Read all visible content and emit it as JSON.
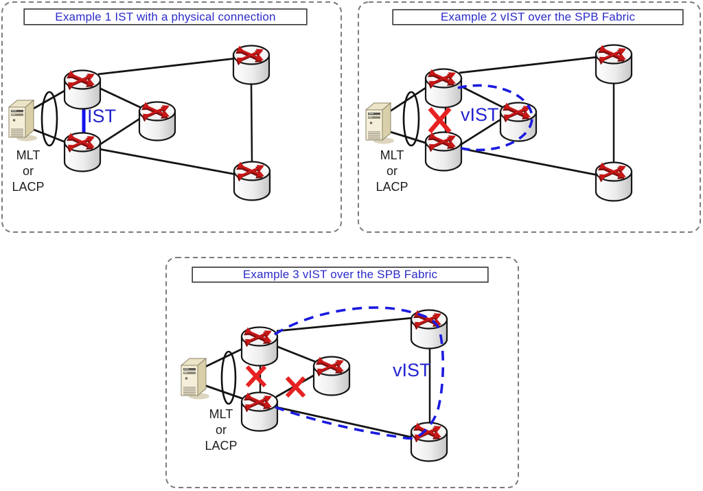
{
  "figure": {
    "kind": "network-topology-diagram",
    "background": "#ffffff"
  },
  "colors": {
    "title_text_blue": "#2a2ac8",
    "ist_link_blue": "#1212ee",
    "vist_dash_blue": "#1a1ae0",
    "failure_x_red": "#e62222",
    "router_arrow_red": "#c81717",
    "router_arrow_dark_red": "#7d0f0f",
    "physical_link_black": "#141414",
    "panel_border_gray": "#7b7b7b",
    "server_beige": "#f5efda"
  },
  "icons": {
    "router": "router-icon",
    "server": "tower-server-icon",
    "aggregation_ring": "mlt-ellipse-icon",
    "failure_mark": "red-x-icon"
  },
  "panels": [
    {
      "title": "Example 1 IST with a physical connection",
      "ist_label": "IST",
      "endpoint_label": [
        "MLT",
        "or",
        "LACP"
      ],
      "router_count": 5,
      "failed_link_count": 0,
      "ist_type": "physical"
    },
    {
      "title": "Example 2 vIST over the SPB Fabric",
      "ist_label": "vIST",
      "endpoint_label": [
        "MLT",
        "or",
        "LACP"
      ],
      "router_count": 5,
      "failed_link_count": 1,
      "ist_type": "virtual-over-spb"
    },
    {
      "title": "Example 3 vIST over the SPB Fabric",
      "ist_label": "vIST",
      "endpoint_label": [
        "MLT",
        "or",
        "LACP"
      ],
      "router_count": 5,
      "failed_link_count": 2,
      "ist_type": "virtual-over-spb"
    }
  ]
}
